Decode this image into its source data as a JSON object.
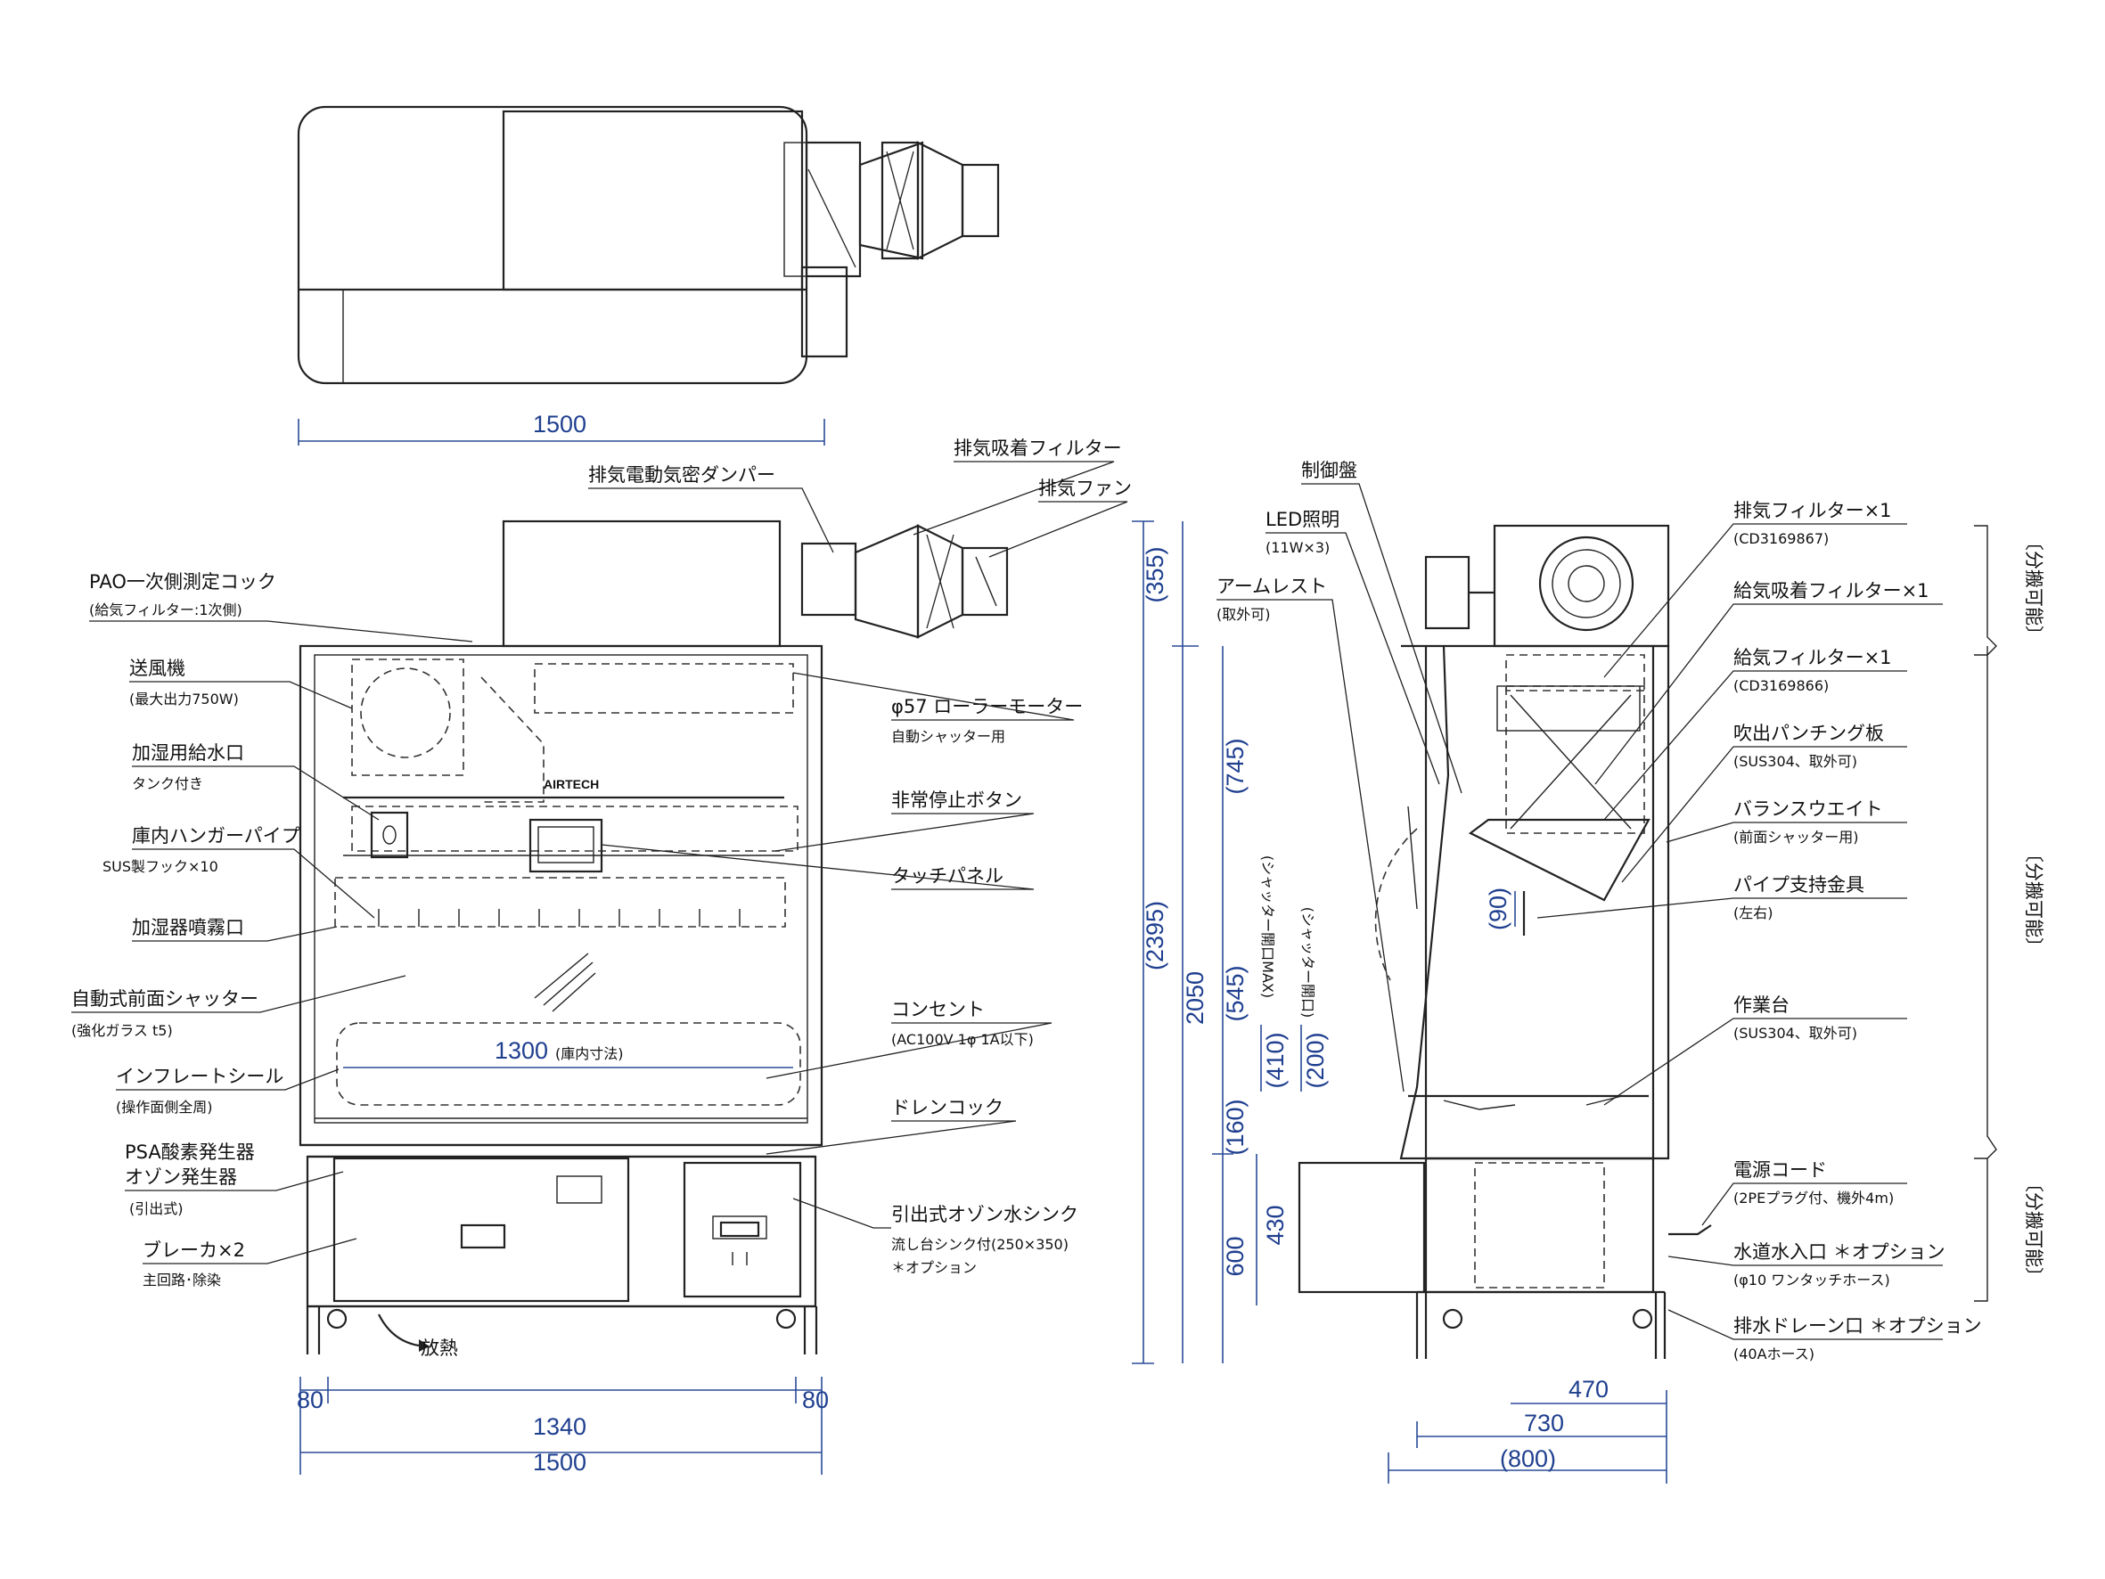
{
  "top_view": {
    "width_dim": "1500"
  },
  "front_view": {
    "brand": "AIRTECH",
    "inner_dim": "1300",
    "inner_dim_note": "(庫内寸法)",
    "heat_label": "放熱",
    "dims": {
      "left": "80",
      "center": "1340",
      "right": "80",
      "overall": "1500"
    }
  },
  "left_labels": [
    {
      "title": "PAO一次側測定コック",
      "sub": "(給気フィルター:1次側)"
    },
    {
      "title": "送風機",
      "sub": "(最大出力750W)"
    },
    {
      "title": "加湿用給水口",
      "sub": "タンク付き"
    },
    {
      "title": "庫内ハンガーパイプ",
      "sub": "SUS製フック×10"
    },
    {
      "title": "加湿器噴霧口",
      "sub": ""
    },
    {
      "title": "自動式前面シャッター",
      "sub": "(強化ガラス t5)"
    },
    {
      "title": "インフレートシール",
      "sub": "(操作面側全周)"
    },
    {
      "title": "PSA酸素発生器",
      "title2": "オゾン発生器",
      "sub": "(引出式)"
    },
    {
      "title": "ブレーカ×2",
      "sub": "主回路･除染"
    }
  ],
  "center_labels": [
    {
      "title": "排気電動気密ダンパー",
      "sub": ""
    },
    {
      "title": "排気吸着フィルター",
      "sub": ""
    },
    {
      "title": "排気ファン",
      "sub": ""
    },
    {
      "title": "φ57 ローラーモーター",
      "sub": "自動シャッター用"
    },
    {
      "title": "非常停止ボタン",
      "sub": ""
    },
    {
      "title": "タッチパネル",
      "sub": ""
    },
    {
      "title": "コンセント",
      "sub": "(AC100V 1φ 1A以下)"
    },
    {
      "title": "ドレンコック",
      "sub": ""
    },
    {
      "title": "引出式オゾン水シンク",
      "sub": "流し台シンク付(250×350)",
      "sub2": "＊オプション"
    }
  ],
  "side_view": {
    "labels_left": [
      {
        "title": "制御盤",
        "sub": ""
      },
      {
        "title": "LED照明",
        "sub": "(11W×3)"
      },
      {
        "title": "アームレスト",
        "sub": "(取外可)"
      }
    ],
    "labels_right": [
      {
        "title": "排気フィルター×1",
        "sub": "(CD3169867)"
      },
      {
        "title": "給気吸着フィルター×1",
        "sub": ""
      },
      {
        "title": "給気フィルター×1",
        "sub": "(CD3169866)"
      },
      {
        "title": "吹出パンチング板",
        "sub": "(SUS304、取外可)"
      },
      {
        "title": "バランスウエイト",
        "sub": "(前面シャッター用)"
      },
      {
        "title": "パイプ支持金具",
        "sub": "(左右)"
      },
      {
        "title": "作業台",
        "sub": "(SUS304、取外可)"
      },
      {
        "title": "電源コード",
        "sub": "(2PEプラグ付、機外4m)"
      },
      {
        "title": "水道水入口 ＊オプション",
        "sub": "(φ10 ワンタッチホース)"
      },
      {
        "title": "排水ドレーン口 ＊オプション",
        "sub": "(40Aホース)"
      }
    ],
    "vertical_dims": {
      "d355": "(355)",
      "d2395": "(2395)",
      "d2050": "2050",
      "d745": "(745)",
      "d545": "(545)",
      "d160": "(160)",
      "d600": "600",
      "d430": "430",
      "d410": "(410)",
      "d200": "(200)",
      "d90": "(90)",
      "shutter_max": "(シャッター開口MAX)",
      "shutter_open": "(シャッター開口)"
    },
    "bottom_dims": {
      "d470": "470",
      "d730": "730",
      "d800": "(800)"
    },
    "brackets": [
      "〔分搬可能〕",
      "〔分搬可能〕",
      "〔分搬可能〕"
    ]
  },
  "colors": {
    "line": "#222222",
    "dimension": "#2a4b97"
  }
}
